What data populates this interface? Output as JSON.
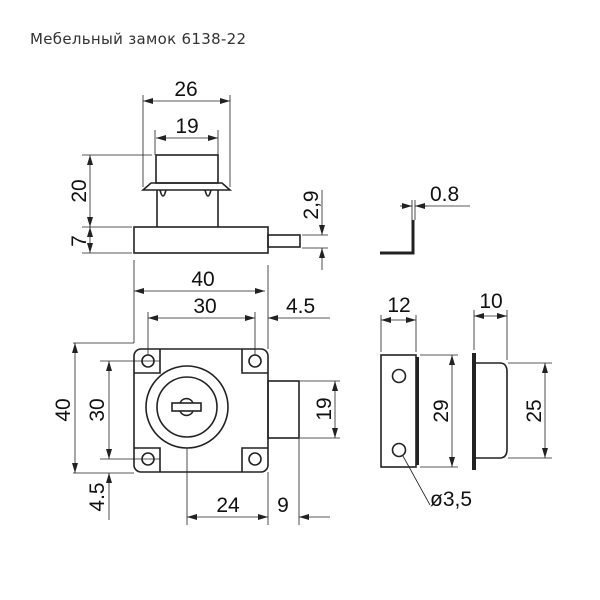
{
  "title": "Мебельный замок 6138-22",
  "dimensions": {
    "top_width_outer": "26",
    "top_width_inner": "19",
    "head_height": "20",
    "base_height": "7",
    "bolt_thickness": "2,9",
    "plate_thickness": "0.8",
    "body_width": "40",
    "hole_spacing_h": "30",
    "hole_edge_offset": "4.5",
    "body_height": "40",
    "hole_spacing_v": "30",
    "hole_bottom_offset": "4.5",
    "bolt_height": "19",
    "cylinder_to_edge": "24",
    "bolt_throw": "9",
    "strike_width": "12",
    "strike_height": "29",
    "keeper_depth": "10",
    "keeper_height": "25",
    "hole_diameter": "ø3,5"
  }
}
